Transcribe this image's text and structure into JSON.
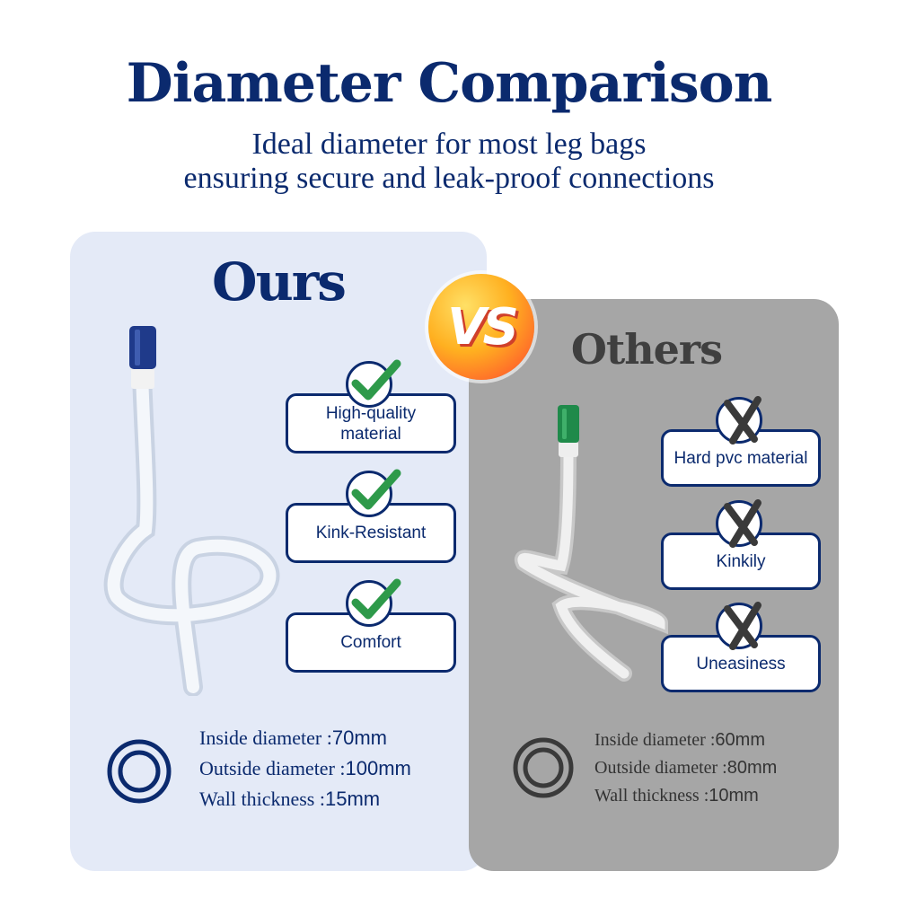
{
  "header": {
    "title": "Diameter Comparison",
    "subtitle_line1": "Ideal diameter for most leg bags",
    "subtitle_line2": "ensuring secure and leak-proof connections"
  },
  "vs_label": "VS",
  "ours": {
    "title": "Ours",
    "features": [
      "High-quality material",
      "Kink-Resistant",
      "Comfort"
    ],
    "specs": [
      {
        "label": "Inside diameter :",
        "value": "70mm"
      },
      {
        "label": "Outside diameter :",
        "value": "100mm"
      },
      {
        "label": "Wall thickness :",
        "value": "15mm"
      }
    ]
  },
  "others": {
    "title": "Others",
    "features": [
      "Hard pvc material",
      "Kinkily",
      "Uneasiness"
    ],
    "specs": [
      {
        "label": "Inside diameter :",
        "value": "60mm"
      },
      {
        "label": "Outside diameter :",
        "value": "80mm"
      },
      {
        "label": "Wall thickness :",
        "value": "10mm"
      }
    ]
  },
  "colors": {
    "navy": "#0b2a6e",
    "ours_panel": "#e4eaf7",
    "others_panel": "#a6a6a6",
    "check_green": "#2e9a4a",
    "cap_blue": "#1f3a8a",
    "cap_green": "#1f8a4a"
  }
}
